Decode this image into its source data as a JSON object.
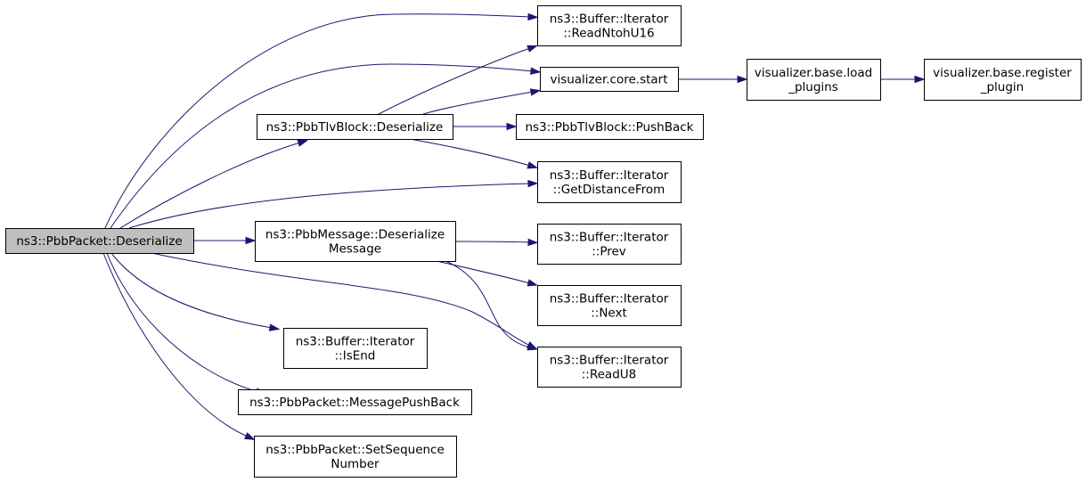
{
  "diagram": {
    "type": "call-graph",
    "nodes": [
      {
        "id": "root",
        "lines": [
          "ns3::PbbPacket::Deserialize"
        ],
        "highlight": true
      },
      {
        "id": "readntoh",
        "lines": [
          "ns3::Buffer::Iterator",
          "::ReadNtohU16"
        ]
      },
      {
        "id": "vcstart",
        "lines": [
          "visualizer.core.start"
        ]
      },
      {
        "id": "vbload",
        "lines": [
          "visualizer.base.load",
          "_plugins"
        ]
      },
      {
        "id": "vbreg",
        "lines": [
          "visualizer.base.register",
          "_plugin"
        ]
      },
      {
        "id": "tlvdes",
        "lines": [
          "ns3::PbbTlvBlock::Deserialize"
        ]
      },
      {
        "id": "tlvpush",
        "lines": [
          "ns3::PbbTlvBlock::PushBack"
        ]
      },
      {
        "id": "getdist",
        "lines": [
          "ns3::Buffer::Iterator",
          "::GetDistanceFrom"
        ]
      },
      {
        "id": "msgdes",
        "lines": [
          "ns3::PbbMessage::Deserialize",
          "Message"
        ]
      },
      {
        "id": "prev",
        "lines": [
          "ns3::Buffer::Iterator",
          "::Prev"
        ]
      },
      {
        "id": "next",
        "lines": [
          "ns3::Buffer::Iterator",
          "::Next"
        ]
      },
      {
        "id": "readu8",
        "lines": [
          "ns3::Buffer::Iterator",
          "::ReadU8"
        ]
      },
      {
        "id": "isend",
        "lines": [
          "ns3::Buffer::Iterator",
          "::IsEnd"
        ]
      },
      {
        "id": "msgpush",
        "lines": [
          "ns3::PbbPacket::MessagePushBack"
        ]
      },
      {
        "id": "setseq",
        "lines": [
          "ns3::PbbPacket::SetSequence",
          "Number"
        ]
      }
    ],
    "edges": [
      {
        "from": "root",
        "to": "readntoh"
      },
      {
        "from": "root",
        "to": "vcstart"
      },
      {
        "from": "root",
        "to": "tlvdes"
      },
      {
        "from": "root",
        "to": "getdist"
      },
      {
        "from": "root",
        "to": "msgdes"
      },
      {
        "from": "root",
        "to": "readu8"
      },
      {
        "from": "root",
        "to": "isend"
      },
      {
        "from": "root",
        "to": "msgpush"
      },
      {
        "from": "root",
        "to": "setseq"
      },
      {
        "from": "tlvdes",
        "to": "readntoh"
      },
      {
        "from": "tlvdes",
        "to": "vcstart"
      },
      {
        "from": "tlvdes",
        "to": "tlvpush"
      },
      {
        "from": "tlvdes",
        "to": "getdist"
      },
      {
        "from": "vcstart",
        "to": "vbload"
      },
      {
        "from": "vbload",
        "to": "vbreg"
      },
      {
        "from": "msgdes",
        "to": "prev"
      },
      {
        "from": "msgdes",
        "to": "next"
      },
      {
        "from": "msgdes",
        "to": "readu8"
      }
    ],
    "colors": {
      "edge": "#191970",
      "highlight_fill": "#bfbfbf",
      "node_border": "#000000"
    }
  }
}
